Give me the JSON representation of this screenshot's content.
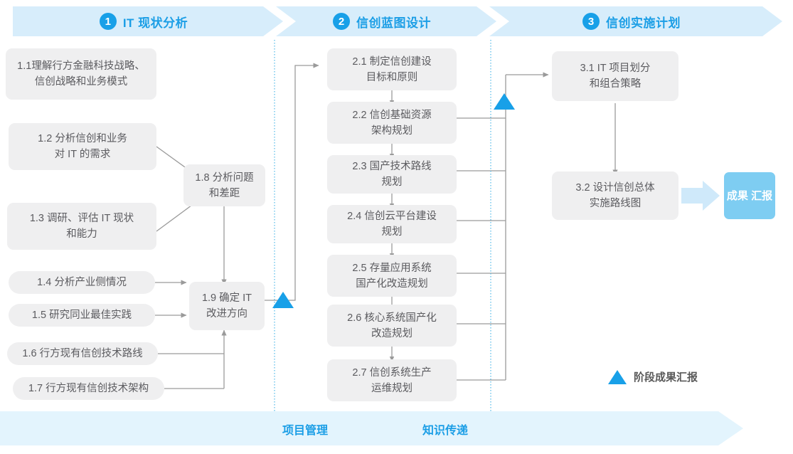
{
  "phases": [
    {
      "num": "1",
      "label": "IT 现状分析"
    },
    {
      "num": "2",
      "label": "信创蓝图设计"
    },
    {
      "num": "3",
      "label": "信创实施计划"
    }
  ],
  "phase1_tasks": [
    {
      "id": "1.1",
      "line1": "1.1理解行方金融科技战略、",
      "line2": "信创战略和业务模式"
    },
    {
      "id": "1.2",
      "line1": "1.2 分析信创和业务",
      "line2": "对 IT 的需求"
    },
    {
      "id": "1.3",
      "line1": "1.3 调研、评估 IT 现状",
      "line2": "和能力"
    },
    {
      "id": "1.4",
      "line1": "1.4 分析产业侧情况",
      "line2": ""
    },
    {
      "id": "1.5",
      "line1": "1.5 研究同业最佳实践",
      "line2": ""
    },
    {
      "id": "1.6",
      "line1": "1.6 行方现有信创技术路线",
      "line2": ""
    },
    {
      "id": "1.7",
      "line1": "1.7 行方现有信创技术架构",
      "line2": ""
    }
  ],
  "phase1_merge": [
    {
      "id": "1.8",
      "line1": "1.8 分析问题",
      "line2": "和差距"
    },
    {
      "id": "1.9",
      "line1": "1.9 确定 IT",
      "line2": "改进方向"
    }
  ],
  "phase2_tasks": [
    {
      "id": "2.1",
      "line1": "2.1 制定信创建设",
      "line2": "目标和原则"
    },
    {
      "id": "2.2",
      "line1": "2.2 信创基础资源",
      "line2": "架构规划"
    },
    {
      "id": "2.3",
      "line1": "2.3 国产技术路线",
      "line2": "规划"
    },
    {
      "id": "2.4",
      "line1": "2.4 信创云平台建设",
      "line2": "规划"
    },
    {
      "id": "2.5",
      "line1": "2.5 存量应用系统",
      "line2": "国产化改造规划"
    },
    {
      "id": "2.6",
      "line1": "2.6 核心系统国产化",
      "line2": "改造规划"
    },
    {
      "id": "2.7",
      "line1": "2.7 信创系统生产",
      "line2": "运维规划"
    }
  ],
  "phase3_tasks": [
    {
      "id": "3.1",
      "line1": "3.1 IT 项目划分",
      "line2": "和组合策略"
    },
    {
      "id": "3.2",
      "line1": "3.2 设计信创总体",
      "line2": "实施路线图"
    }
  ],
  "result": {
    "line1": "成果",
    "line2": "汇报"
  },
  "legend": {
    "label": "阶段成果汇报",
    "icon": "milestone-triangle-icon"
  },
  "footer": {
    "left_label": "项目管理",
    "right_label": "知识传递"
  },
  "colors": {
    "band": "#d7edfb",
    "accent": "#1b9ee6",
    "num_circle": "#18a0e8",
    "box_fill": "#efeff0",
    "box_text": "#5b5b5f",
    "result_fill": "#7ecdf2",
    "footer_band": "#e3f4fd",
    "connector": "#9a9a9a",
    "divider": "#4fb8e8"
  }
}
